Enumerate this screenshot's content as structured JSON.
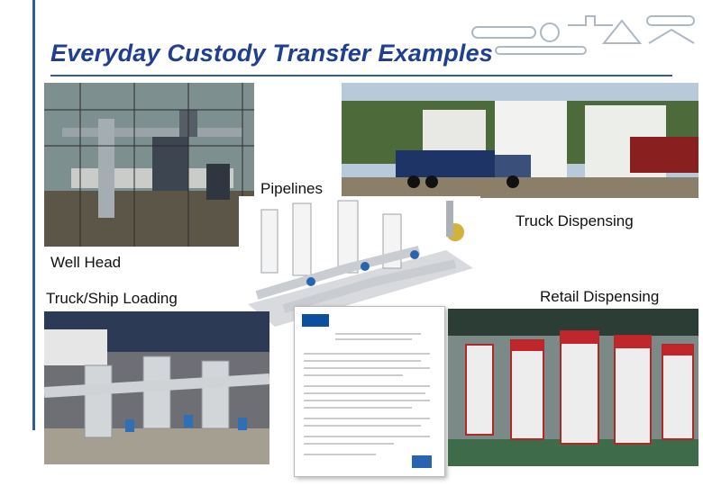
{
  "slide": {
    "title": "Everyday Custody Transfer Examples"
  },
  "labels": {
    "pipelines": "Pipelines",
    "truck_dispensing": "Truck Dispensing",
    "well_head": "Well Head",
    "truck_ship_loading": "Truck/Ship Loading",
    "retail_dispensing": "Retail Dispensing"
  },
  "colors": {
    "title": "#1f3f8f",
    "accent": "#2f5d9c"
  },
  "icons": {
    "header_graphic": "flow-meters-icon"
  }
}
